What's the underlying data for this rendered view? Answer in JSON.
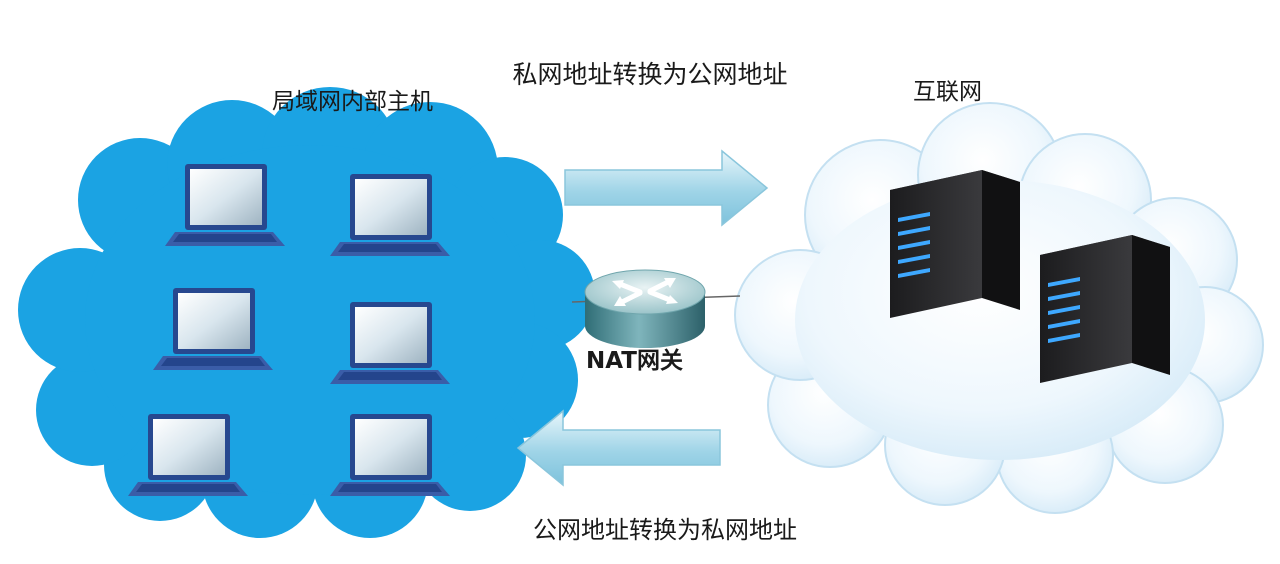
{
  "labels": {
    "lan": "局域网内部主机",
    "internet": "互联网",
    "private_to_public": "私网地址转换为公网地址",
    "public_to_private": "公网地址转换为私网地址",
    "gateway": "NAT网关"
  },
  "icons": {
    "lan_cloud": "cloud-icon",
    "internet_cloud": "cloud-icon",
    "host": "laptop-icon",
    "gateway": "router-icon",
    "server": "server-icon",
    "outbound": "arrow-right-icon",
    "inbound": "arrow-left-icon"
  },
  "colors": {
    "lan_cloud": "#1ba3e3",
    "internet_cloud": "#e3f2fb",
    "arrow": "#9ed3e6",
    "server": "#2a2a2c",
    "server_led": "#3ea8ff",
    "router": "#4e8c95"
  }
}
